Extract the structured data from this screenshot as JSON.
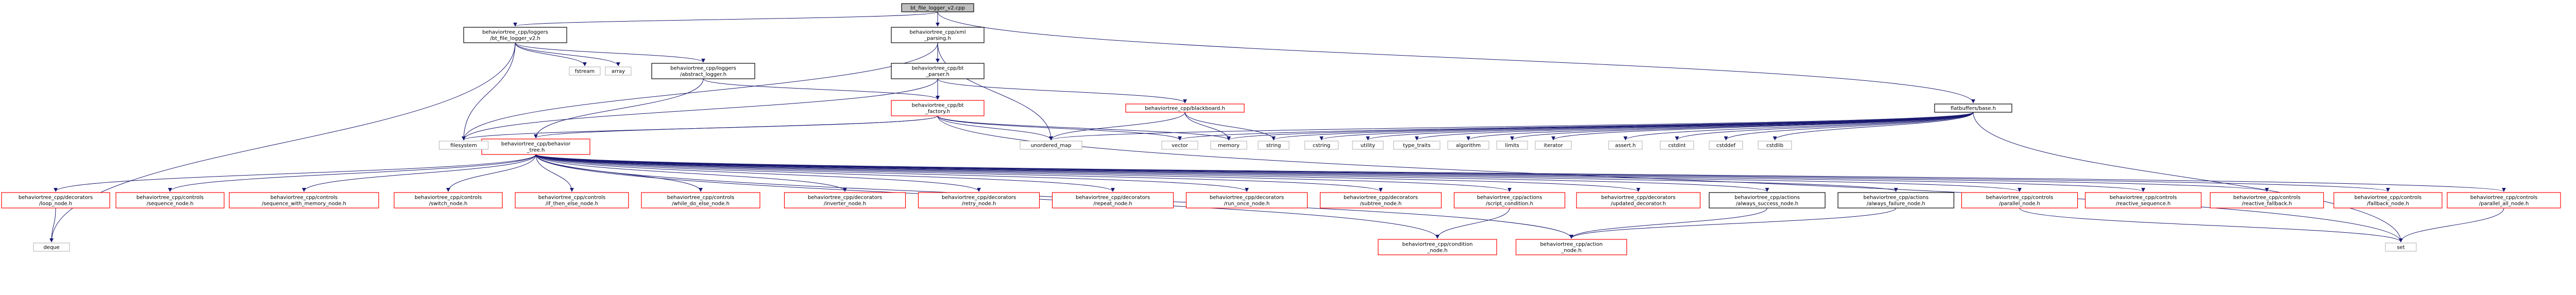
{
  "colors": {
    "root_fill": "#bfbfbf",
    "local_border": "#000000",
    "missing_border": "#ff0000",
    "system_border": "#bfbfbf",
    "edge": "#191970"
  },
  "nodes": {
    "root": {
      "lines": [
        "bt_file_logger_v2.cpp"
      ],
      "kind": "root"
    },
    "bt_file_logger_v2": {
      "lines": [
        "behaviortree_cpp/loggers",
        "/bt_file_logger_v2.h"
      ],
      "kind": "local"
    },
    "xml_parsing": {
      "lines": [
        "behaviortree_cpp/xml",
        "_parsing.h"
      ],
      "kind": "local"
    },
    "flatbuffers_base": {
      "lines": [
        "flatbuffers/base.h"
      ],
      "kind": "local"
    },
    "fstream": {
      "lines": [
        "fstream"
      ],
      "kind": "system"
    },
    "array": {
      "lines": [
        "array"
      ],
      "kind": "system"
    },
    "abstract_logger": {
      "lines": [
        "behaviortree_cpp/loggers",
        "/abstract_logger.h"
      ],
      "kind": "local"
    },
    "bt_parser": {
      "lines": [
        "behaviortree_cpp/bt",
        "_parser.h"
      ],
      "kind": "local"
    },
    "bt_factory": {
      "lines": [
        "behaviortree_cpp/bt",
        "_factory.h"
      ],
      "kind": "missing"
    },
    "blackboard": {
      "lines": [
        "behaviortree_cpp/blackboard.h"
      ],
      "kind": "missing"
    },
    "behavior_tree": {
      "lines": [
        "behaviortree_cpp/behavior",
        "_tree.h"
      ],
      "kind": "missing"
    },
    "filesystem": {
      "lines": [
        "filesystem"
      ],
      "kind": "system"
    },
    "unordered_map": {
      "lines": [
        "unordered_map"
      ],
      "kind": "system"
    },
    "vector": {
      "lines": [
        "vector"
      ],
      "kind": "system"
    },
    "memory": {
      "lines": [
        "memory"
      ],
      "kind": "system"
    },
    "string": {
      "lines": [
        "string"
      ],
      "kind": "system"
    },
    "cstring": {
      "lines": [
        "cstring"
      ],
      "kind": "system"
    },
    "utility": {
      "lines": [
        "utility"
      ],
      "kind": "system"
    },
    "type_traits": {
      "lines": [
        "type_traits"
      ],
      "kind": "system"
    },
    "algorithm": {
      "lines": [
        "algorithm"
      ],
      "kind": "system"
    },
    "limits": {
      "lines": [
        "limits"
      ],
      "kind": "system"
    },
    "iterator": {
      "lines": [
        "iterator"
      ],
      "kind": "system"
    },
    "assert": {
      "lines": [
        "assert.h"
      ],
      "kind": "system"
    },
    "cstdint": {
      "lines": [
        "cstdint"
      ],
      "kind": "system"
    },
    "cstddef": {
      "lines": [
        "cstddef"
      ],
      "kind": "system"
    },
    "cstdlib": {
      "lines": [
        "cstdlib"
      ],
      "kind": "system"
    },
    "loop_node": {
      "lines": [
        "behaviortree_cpp/decorators",
        "/loop_node.h"
      ],
      "kind": "missing"
    },
    "sequence_node": {
      "lines": [
        "behaviortree_cpp/controls",
        "/sequence_node.h"
      ],
      "kind": "missing"
    },
    "sequence_with_memory_node": {
      "lines": [
        "behaviortree_cpp/controls",
        "/sequence_with_memory_node.h"
      ],
      "kind": "missing"
    },
    "switch_node": {
      "lines": [
        "behaviortree_cpp/controls",
        "/switch_node.h"
      ],
      "kind": "missing"
    },
    "if_then_else_node": {
      "lines": [
        "behaviortree_cpp/controls",
        "/if_then_else_node.h"
      ],
      "kind": "missing"
    },
    "while_do_else_node": {
      "lines": [
        "behaviortree_cpp/controls",
        "/while_do_else_node.h"
      ],
      "kind": "missing"
    },
    "inverter_node": {
      "lines": [
        "behaviortree_cpp/decorators",
        "/inverter_node.h"
      ],
      "kind": "missing"
    },
    "retry_node": {
      "lines": [
        "behaviortree_cpp/decorators",
        "/retry_node.h"
      ],
      "kind": "missing"
    },
    "repeat_node": {
      "lines": [
        "behaviortree_cpp/decorators",
        "/repeat_node.h"
      ],
      "kind": "missing"
    },
    "run_once_node": {
      "lines": [
        "behaviortree_cpp/decorators",
        "/run_once_node.h"
      ],
      "kind": "missing"
    },
    "subtree_node": {
      "lines": [
        "behaviortree_cpp/decorators",
        "/subtree_node.h"
      ],
      "kind": "missing"
    },
    "script_condition": {
      "lines": [
        "behaviortree_cpp/actions",
        "/script_condition.h"
      ],
      "kind": "missing"
    },
    "updated_decorator": {
      "lines": [
        "behaviortree_cpp/decorators",
        "/updated_decorator.h"
      ],
      "kind": "missing"
    },
    "always_success_node": {
      "lines": [
        "behaviortree_cpp/actions",
        "/always_success_node.h"
      ],
      "kind": "local"
    },
    "always_failure_node": {
      "lines": [
        "behaviortree_cpp/actions",
        "/always_failure_node.h"
      ],
      "kind": "local"
    },
    "parallel_node": {
      "lines": [
        "behaviortree_cpp/controls",
        "/parallel_node.h"
      ],
      "kind": "missing"
    },
    "reactive_sequence": {
      "lines": [
        "behaviortree_cpp/controls",
        "/reactive_sequence.h"
      ],
      "kind": "missing"
    },
    "reactive_fallback": {
      "lines": [
        "behaviortree_cpp/controls",
        "/reactive_fallback.h"
      ],
      "kind": "missing"
    },
    "fallback_node": {
      "lines": [
        "behaviortree_cpp/controls",
        "/fallback_node.h"
      ],
      "kind": "missing"
    },
    "parallel_all_node": {
      "lines": [
        "behaviortree_cpp/controls",
        "/parallel_all_node.h"
      ],
      "kind": "missing"
    },
    "condition_node": {
      "lines": [
        "behaviortree_cpp/condition",
        "_node.h"
      ],
      "kind": "missing"
    },
    "action_node": {
      "lines": [
        "behaviortree_cpp/action",
        "_node.h"
      ],
      "kind": "missing"
    },
    "deque": {
      "lines": [
        "deque"
      ],
      "kind": "system"
    },
    "set": {
      "lines": [
        "set"
      ],
      "kind": "system"
    }
  },
  "edges": [
    [
      "root",
      "bt_file_logger_v2"
    ],
    [
      "root",
      "xml_parsing"
    ],
    [
      "root",
      "flatbuffers_base"
    ],
    [
      "bt_file_logger_v2",
      "deque"
    ],
    [
      "bt_file_logger_v2",
      "fstream"
    ],
    [
      "bt_file_logger_v2",
      "array"
    ],
    [
      "bt_file_logger_v2",
      "filesystem"
    ],
    [
      "bt_file_logger_v2",
      "abstract_logger"
    ],
    [
      "xml_parsing",
      "filesystem"
    ],
    [
      "xml_parsing",
      "bt_parser"
    ],
    [
      "xml_parsing",
      "unordered_map"
    ],
    [
      "abstract_logger",
      "behavior_tree"
    ],
    [
      "abstract_logger",
      "bt_factory"
    ],
    [
      "bt_parser",
      "filesystem"
    ],
    [
      "bt_parser",
      "bt_factory"
    ],
    [
      "bt_parser",
      "blackboard"
    ],
    [
      "blackboard",
      "unordered_map"
    ],
    [
      "blackboard",
      "memory"
    ],
    [
      "blackboard",
      "string"
    ],
    [
      "bt_factory",
      "filesystem"
    ],
    [
      "bt_factory",
      "behavior_tree"
    ],
    [
      "bt_factory",
      "unordered_map"
    ],
    [
      "bt_factory",
      "vector"
    ],
    [
      "bt_factory",
      "memory"
    ],
    [
      "bt_factory",
      "set"
    ],
    [
      "flatbuffers_base",
      "memory"
    ],
    [
      "flatbuffers_base",
      "string"
    ],
    [
      "flatbuffers_base",
      "cstring"
    ],
    [
      "flatbuffers_base",
      "utility"
    ],
    [
      "flatbuffers_base",
      "type_traits"
    ],
    [
      "flatbuffers_base",
      "algorithm"
    ],
    [
      "flatbuffers_base",
      "limits"
    ],
    [
      "flatbuffers_base",
      "iterator"
    ],
    [
      "flatbuffers_base",
      "assert"
    ],
    [
      "flatbuffers_base",
      "cstdint"
    ],
    [
      "flatbuffers_base",
      "cstddef"
    ],
    [
      "flatbuffers_base",
      "cstdlib"
    ],
    [
      "flatbuffers_base",
      "set"
    ],
    [
      "flatbuffers_base",
      "vector"
    ],
    [
      "flatbuffers_base",
      "unordered_map"
    ],
    [
      "behavior_tree",
      "loop_node"
    ],
    [
      "behavior_tree",
      "sequence_node"
    ],
    [
      "behavior_tree",
      "sequence_with_memory_node"
    ],
    [
      "behavior_tree",
      "switch_node"
    ],
    [
      "behavior_tree",
      "if_then_else_node"
    ],
    [
      "behavior_tree",
      "while_do_else_node"
    ],
    [
      "behavior_tree",
      "inverter_node"
    ],
    [
      "behavior_tree",
      "retry_node"
    ],
    [
      "behavior_tree",
      "repeat_node"
    ],
    [
      "behavior_tree",
      "run_once_node"
    ],
    [
      "behavior_tree",
      "subtree_node"
    ],
    [
      "behavior_tree",
      "script_condition"
    ],
    [
      "behavior_tree",
      "updated_decorator"
    ],
    [
      "behavior_tree",
      "always_success_node"
    ],
    [
      "behavior_tree",
      "always_failure_node"
    ],
    [
      "behavior_tree",
      "parallel_node"
    ],
    [
      "behavior_tree",
      "reactive_sequence"
    ],
    [
      "behavior_tree",
      "reactive_fallback"
    ],
    [
      "behavior_tree",
      "fallback_node"
    ],
    [
      "behavior_tree",
      "parallel_all_node"
    ],
    [
      "behavior_tree",
      "condition_node"
    ],
    [
      "behavior_tree",
      "action_node"
    ],
    [
      "loop_node",
      "deque"
    ],
    [
      "script_condition",
      "condition_node"
    ],
    [
      "always_success_node",
      "action_node"
    ],
    [
      "always_failure_node",
      "action_node"
    ],
    [
      "parallel_node",
      "set"
    ],
    [
      "parallel_all_node",
      "set"
    ]
  ]
}
